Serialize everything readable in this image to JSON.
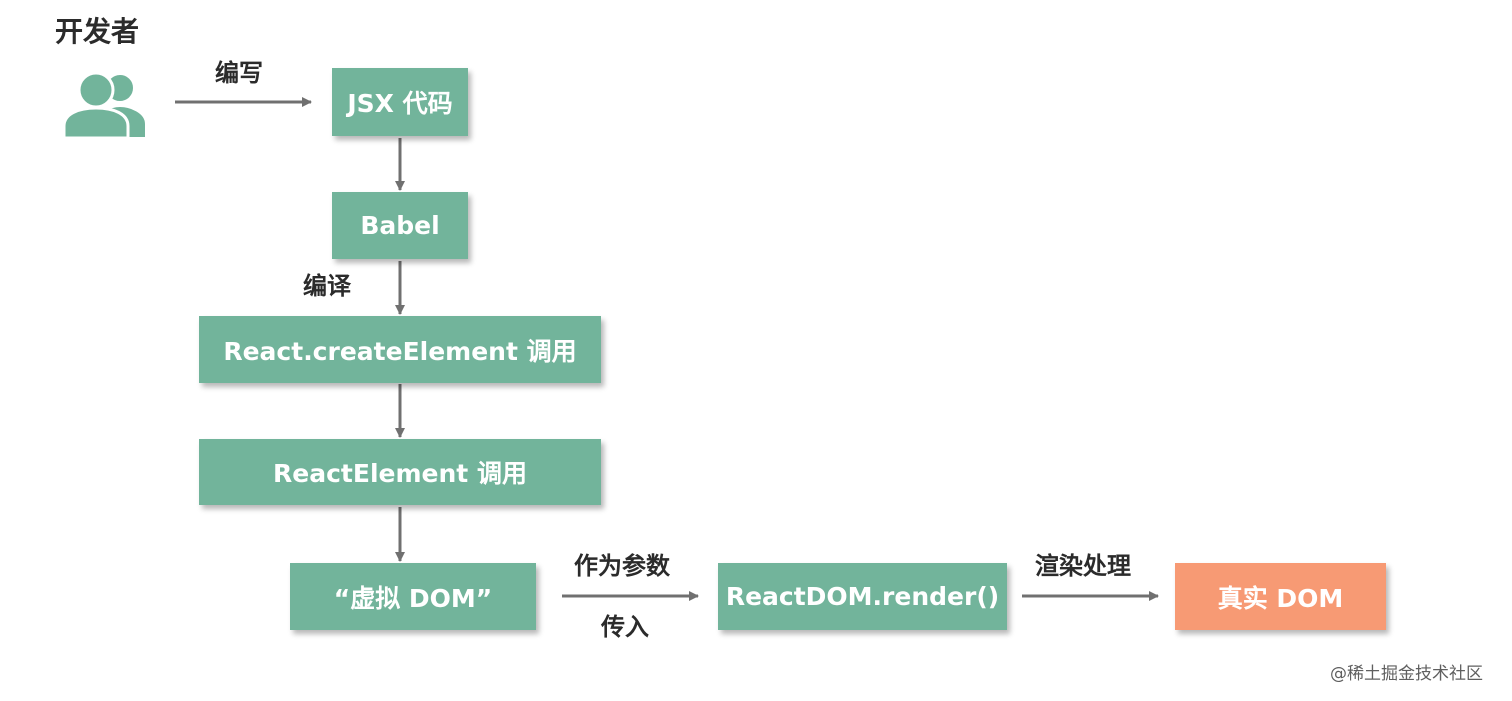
{
  "colors": {
    "box_fill": "#72b49b",
    "box_text": "#ffffff",
    "highlight_fill": "#f79a74",
    "arrow": "#707070",
    "icon": "#72b49b",
    "label": "#2b2b2b"
  },
  "actor": {
    "label": "开发者",
    "icon": "users-icon"
  },
  "nodes": {
    "jsx": "JSX 代码",
    "babel": "Babel",
    "create_element": "React.createElement 调用",
    "react_element": "ReactElement 调用",
    "virtual_dom": "“虚拟 DOM”",
    "render": "ReactDOM.render()",
    "real_dom": "真实 DOM"
  },
  "edges": {
    "write": "编写",
    "compile": "编译",
    "pass_as_param_top": "作为参数",
    "pass_as_param_bottom": "传入",
    "render_process": "渲染处理"
  },
  "watermark": "@稀土掘金技术社区"
}
